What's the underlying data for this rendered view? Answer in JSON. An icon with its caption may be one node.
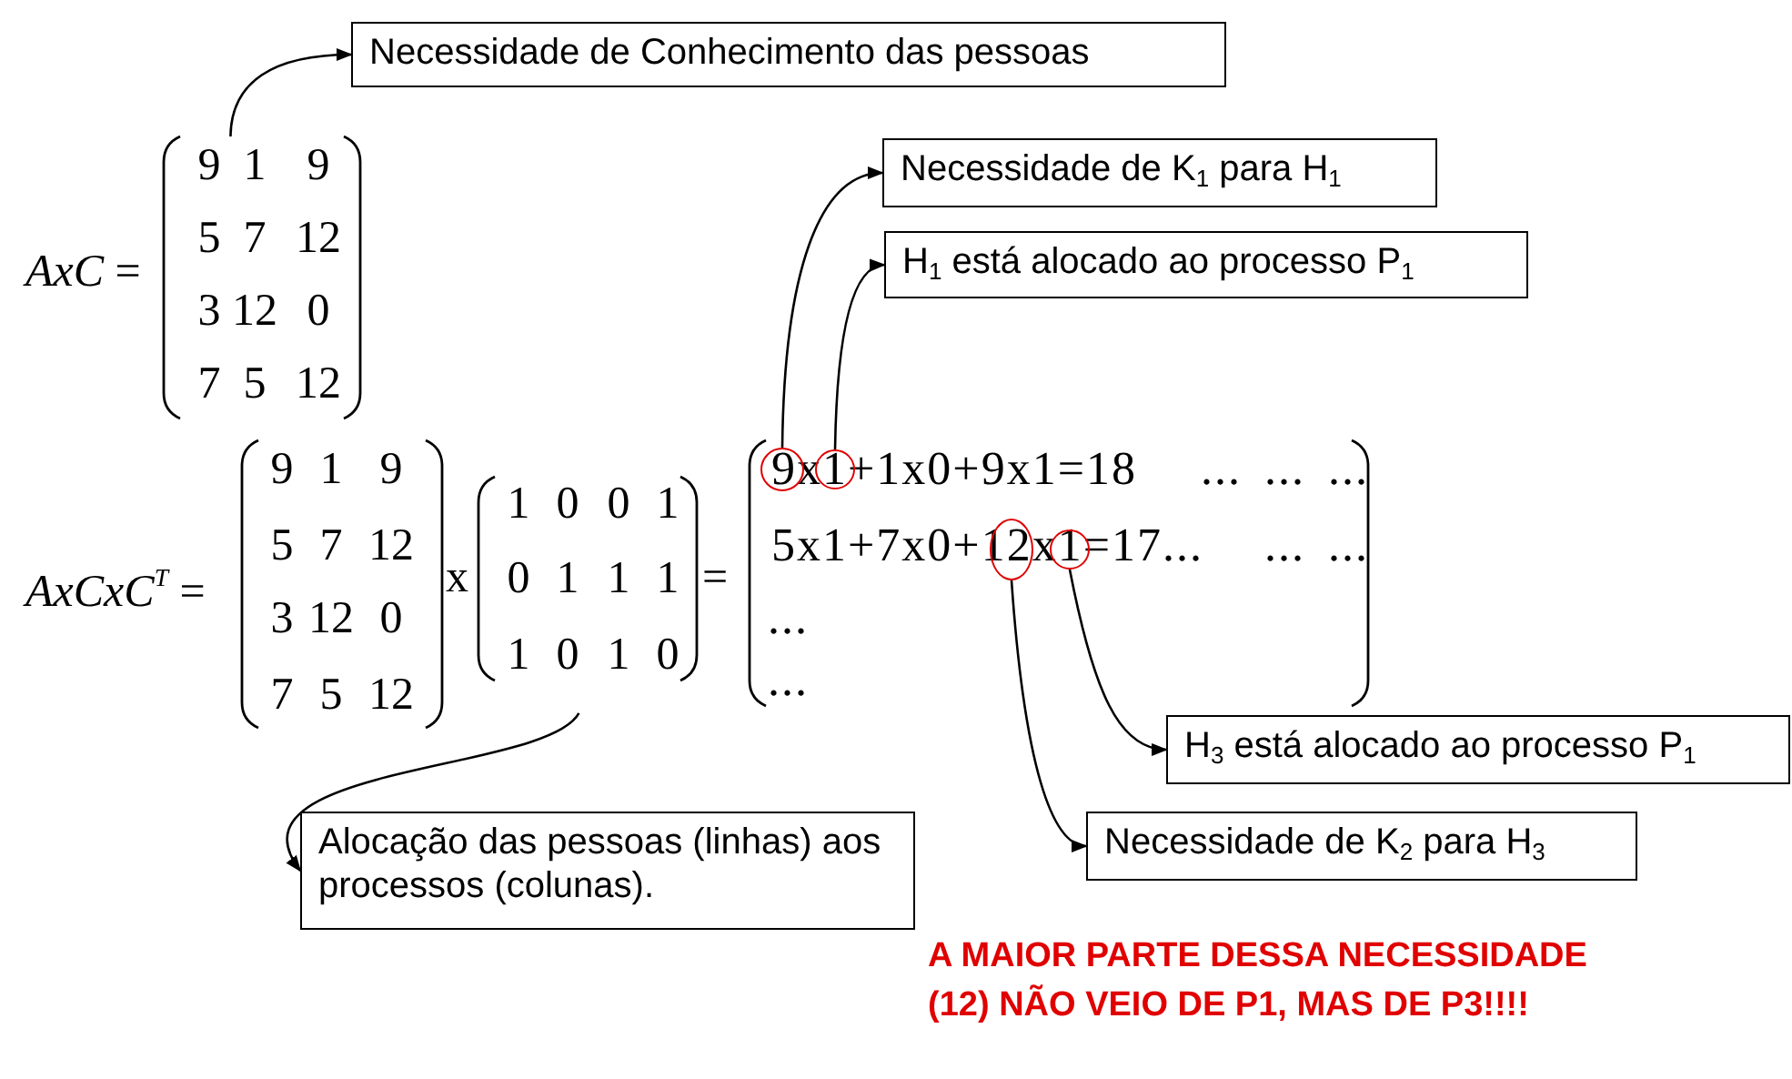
{
  "diagram": {
    "nodes": [
      {
        "text": [
          "Necessidade de Conhecimento das pessoas"
        ]
      },
      {
        "text": [
          "9",
          "1",
          "9",
          "5",
          "7",
          "12",
          "3",
          "12",
          "0",
          "7",
          "5",
          "12"
        ],
        "beside": [
          "*AxC* ="
        ]
      },
      {
        "text": [
          "Necessidade de K$_{1}$ para H$_{1}$"
        ]
      },
      {
        "text": [
          "H$_{1}$ está alocado ao processo P$_{1}$"
        ]
      },
      {
        "text": [
          "9",
          "1",
          "9",
          "5",
          "7",
          "12",
          "3",
          "12",
          "0",
          "7",
          "5",
          "12"
        ],
        "beside": [
          "*AxCxC*$^{T}$ ="
        ]
      },
      {
        "text": [
          "1",
          "0",
          "0",
          "1",
          "0",
          "1",
          "1",
          "1",
          "1",
          "0",
          "1",
          "0"
        ]
      },
      {
        "text": [
          "9x1+1x0+9x1=18",
          "...",
          "...",
          "...",
          "5x1+7x0+12x1=17...",
          "...",
          "...",
          "...",
          "..."
        ]
      },
      {
        "text": [],
        "shape": "circle",
        "in": 6
      },
      {
        "text": [],
        "shape": "circle",
        "in": 6
      },
      {
        "text": [],
        "shape": "circle",
        "in": 6
      },
      {
        "text": [],
        "shape": "circle",
        "in": 6
      },
      {
        "text": [
          "H$_{3}$ está alocado ao processo P$_{1}$"
        ]
      },
      {
        "text": [
          "Necessidade de K$_{2}$ para H$_{3}$"
        ]
      },
      {
        "text": [
          "Alocação das pessoas (linhas) aos processos (colunas)."
        ]
      }
    ],
    "edges": [
      {
        "from": 1,
        "to": 0,
        "arrow": "to"
      },
      {
        "from": 7,
        "to": 2,
        "arrow": "to"
      },
      {
        "from": 8,
        "to": 3,
        "arrow": "to"
      },
      {
        "from": 10,
        "to": 11,
        "arrow": "to"
      },
      {
        "from": 9,
        "to": 12,
        "arrow": "to"
      },
      {
        "from": 5,
        "to": 13,
        "arrow": "to"
      }
    ],
    "labels": [
      "x",
      "=",
      "A MAIOR PARTE DESSA NECESSIDADE (12) NÃO VEIO DE P1, MAS DE P3!!!!"
    ]
  }
}
